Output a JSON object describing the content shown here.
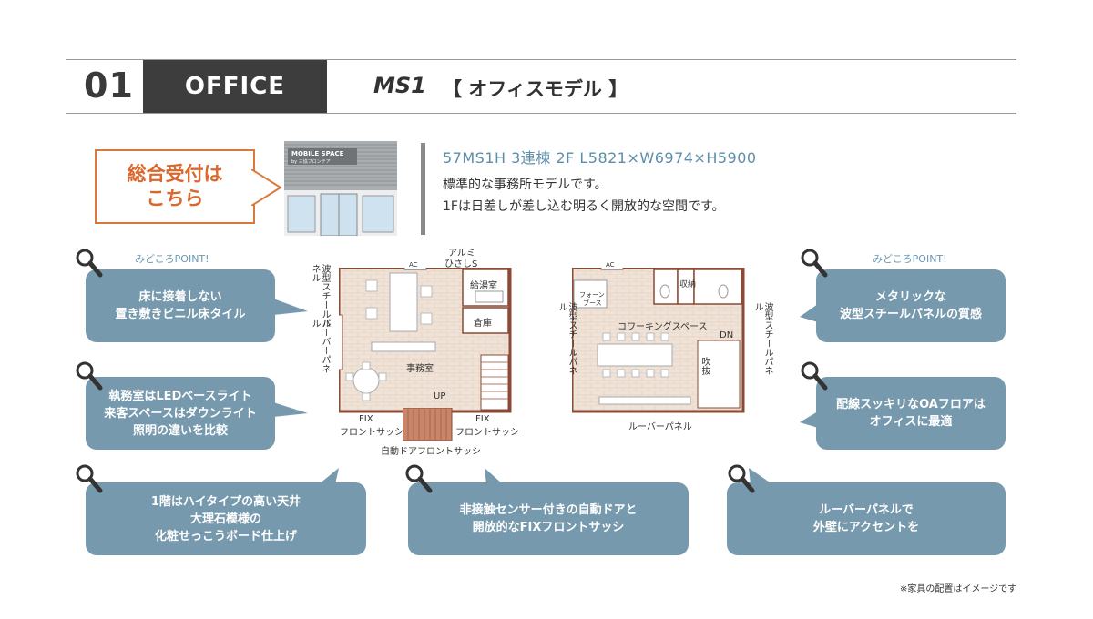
{
  "header": {
    "number": "01",
    "category": "OFFICE",
    "model_code": "MS1",
    "model_name": "【 オフィスモデル 】"
  },
  "reception": {
    "line1": "総合受付は",
    "line2": "こちら"
  },
  "building_photo": {
    "sign_line1": "MOBILE SPACE",
    "sign_line2": "by 三協フロンテア"
  },
  "spec": {
    "title": "57MS1H 3連棟 2F  L5821×W6974×H5900",
    "desc1": "標準的な事務所モデルです。",
    "desc2": "1Fは日差しが差し込む明るく開放的な空間です。"
  },
  "midokoro_left": "みどころPOINT!",
  "midokoro_right": "みどころPOINT!",
  "bubbles": {
    "b1": [
      "床に接着しない",
      "置き敷きビニル床タイル"
    ],
    "b2": [
      "執務室はLEDベースライト",
      "来客スペースはダウンライト",
      "照明の違いを比較"
    ],
    "b3": [
      "1階はハイタイプの高い天井",
      "大理石模様の",
      "化粧せっこうボード仕上げ"
    ],
    "b4": [
      "非接触センサー付きの自動ドアと",
      "開放的なFIXフロントサッシ"
    ],
    "b5": [
      "ルーバーパネルで",
      "外壁にアクセントを"
    ],
    "b6": [
      "メタリックな",
      "波型スチールパネルの質感"
    ],
    "b7": [
      "配線スッキリなOAフロアは",
      "オフィスに最適"
    ]
  },
  "floor1": {
    "ac": "AC",
    "alumi1": "アルミ",
    "alumi2": "ひさしS",
    "kyutoshitsu": "給湯室",
    "souko": "倉庫",
    "jimushitsu": "事務室",
    "up": "UP",
    "fix_left1": "FIX",
    "fix_left2": "フロントサッシ",
    "fix_right1": "FIX",
    "fix_right2": "フロントサッシ",
    "auto_door": "自動ドアフロントサッシ",
    "steel_panel": "波型スチールパネル",
    "louver_panel": "ルーバーパネル"
  },
  "floor2": {
    "ac": "AC",
    "phone_booth1": "フォーン",
    "phone_booth2": "ブース",
    "shuno": "収納",
    "coworking": "コワーキングスペース",
    "dn": "DN",
    "fukinuke": "吹抜",
    "louver_panel": "ルーバーパネル",
    "steel_panel_left": "波型スチールパネル",
    "steel_panel_right": "波型スチールパネル"
  },
  "footnote": "※家具の配置はイメージです",
  "colors": {
    "bubble": "#7699ad",
    "accent_orange": "#d97a3c",
    "header_dark": "#3d3d3d",
    "spec_blue": "#5c8ea8",
    "wall": "#8c4a36",
    "floor_tile": "#efe2d6"
  }
}
